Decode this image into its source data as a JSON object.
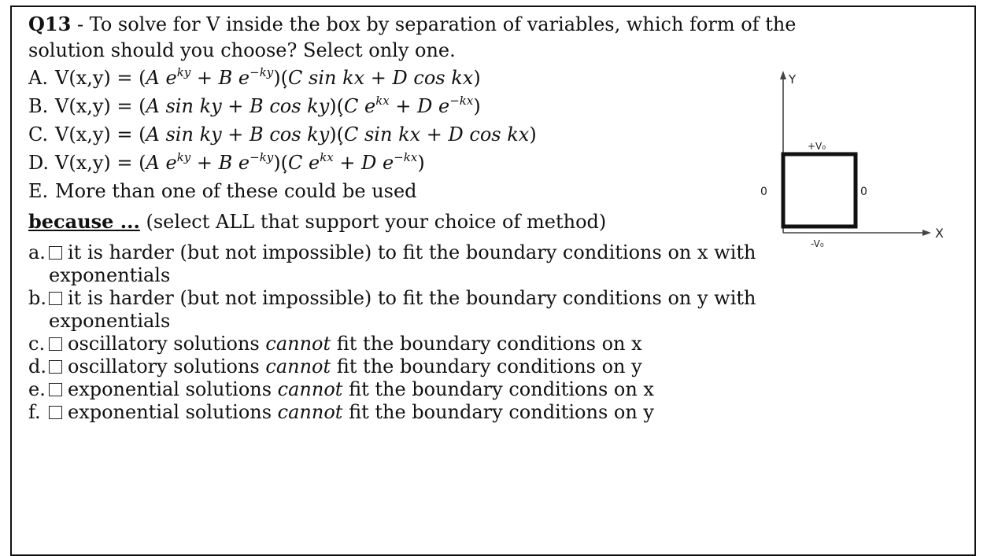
{
  "question": {
    "label": "Q13",
    "text_1": " - To solve for V inside the box by separation of variables, which form of the",
    "text_2": "solution should you choose? Select only one."
  },
  "options": [
    {
      "letter": "A.",
      "lhs": "V(x,y) = "
    },
    {
      "letter": "B.",
      "lhs": "V(x,y) = "
    },
    {
      "letter": "C.",
      "lhs": "V(x,y) = "
    },
    {
      "letter": "D.",
      "lhs": "V(x,y) = "
    },
    {
      "letter": "E.",
      "text": "More than one of these could be used"
    }
  ],
  "because": {
    "label": "because ...",
    "text": " (select ALL that support your choice of method)"
  },
  "reasons": [
    {
      "letter": "a.",
      "pre": "it is harder (but not impossible) to fit the boundary conditions on x with",
      "cont": "exponentials"
    },
    {
      "letter": "b.",
      "pre": "it is harder (but not impossible) to fit the boundary conditions on y with",
      "cont": "exponentials"
    },
    {
      "letter": "c.",
      "pre": "oscillatory solutions ",
      "em": "cannot",
      "post": " fit the boundary conditions on x"
    },
    {
      "letter": "d.",
      "pre": "oscillatory solutions ",
      "em": "cannot",
      "post": " fit the boundary conditions on y"
    },
    {
      "letter": "e.",
      "pre": "exponential solutions ",
      "em": "cannot",
      "post": " fit the boundary conditions on x"
    },
    {
      "letter": "f.",
      "pre": "exponential solutions ",
      "em": "cannot",
      "post": " fit the boundary conditions on y"
    }
  ],
  "diagram": {
    "y_axis_label": "Y",
    "x_axis_label": "X",
    "top_label": "+V₀",
    "bottom_label": "-V₀",
    "left_label": "0",
    "right_label": "0"
  }
}
